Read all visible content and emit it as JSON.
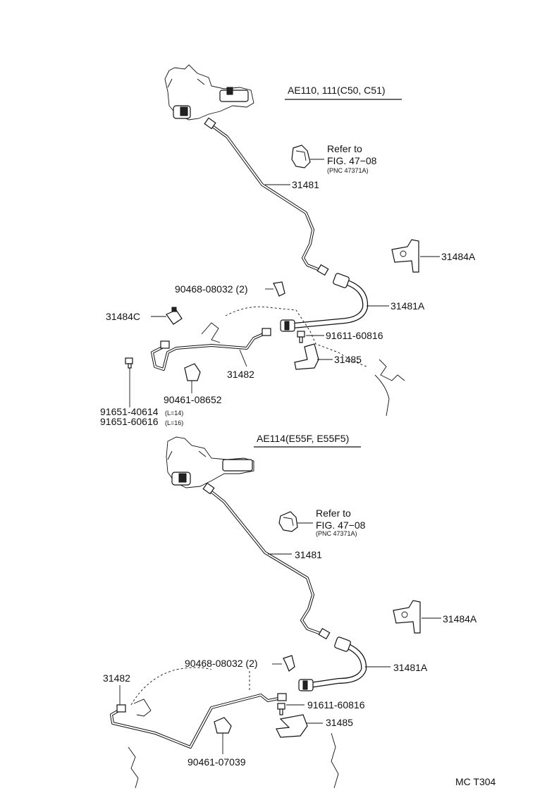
{
  "diagram": {
    "upper": {
      "title": "AE110, 111(C50, C51)",
      "refer_line1": "Refer to",
      "refer_line2": "FIG. 47−08",
      "refer_line3": "(PNC 47371A)",
      "labels": {
        "p31481": "31481",
        "p31484A": "31484A",
        "p90468": "90468-08032 (2)",
        "p31481A": "31481A",
        "p31484C": "31484C",
        "p91611": "91611-60816",
        "p31485": "31485",
        "p31482": "31482",
        "p90461": "90461-08652",
        "p91651a": "91651-40614",
        "p91651a_note": "(L=14)",
        "p91651b": "91651-60616",
        "p91651b_note": "(L=16)"
      }
    },
    "lower": {
      "title": "AE114(E55F, E55F5)",
      "refer_line1": "Refer to",
      "refer_line2": "FIG. 47−08",
      "refer_line3": "(PNC 47371A)",
      "labels": {
        "p31481": "31481",
        "p31484A": "31484A",
        "p90468": "90468-08032 (2)",
        "p31481A": "31481A",
        "p31482": "31482",
        "p91611": "91611-60816",
        "p31485": "31485",
        "p90461": "90461-07039"
      }
    },
    "footer_code": "MC  T304"
  }
}
